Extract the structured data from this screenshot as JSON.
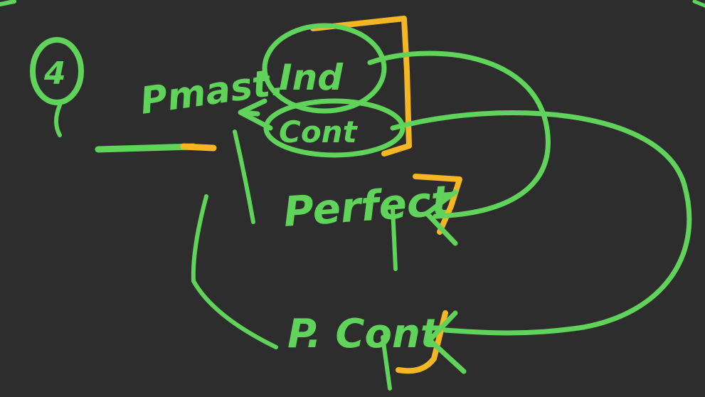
{
  "board": {
    "background": "#2d2d2d",
    "ink_color": "#5fd35a",
    "highlight_color": "#f5b623"
  },
  "diagram": {
    "number_label": "4",
    "main_label": "Pmast.",
    "labels": {
      "indef": "Ind",
      "cont": "Cont",
      "perfect": "Perfect",
      "p_cont": "P. Cont"
    }
  }
}
